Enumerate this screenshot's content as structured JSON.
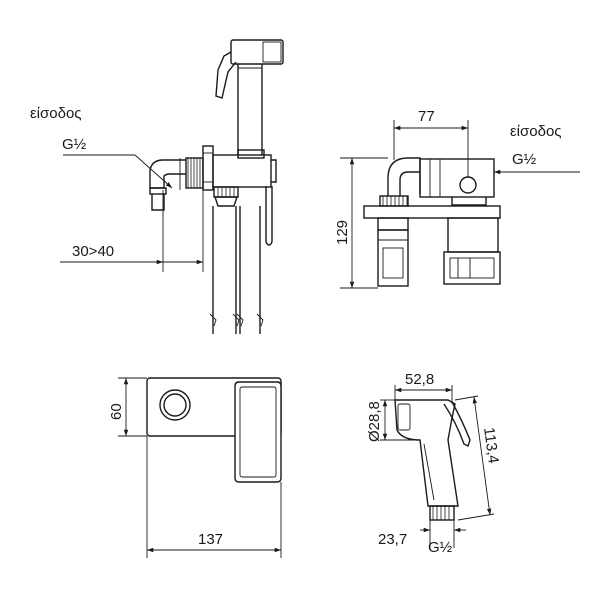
{
  "side_view": {
    "inlet_label": "είσοδος",
    "inlet_thread": "G½",
    "wall_depth": "30>40"
  },
  "front_view": {
    "width_77": "77",
    "height_129": "129",
    "inlet_label": "είσοδος",
    "inlet_thread": "G½"
  },
  "plate_view": {
    "height_60": "60",
    "width_137": "137"
  },
  "handshower_view": {
    "diameter": "Ø28,8",
    "width": "52,8",
    "length": "113,4",
    "base_width": "23,7",
    "thread": "G½"
  }
}
